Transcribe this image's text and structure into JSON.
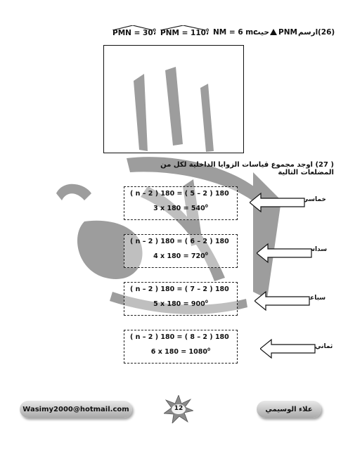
{
  "q26": {
    "number": "(26)",
    "verb": "ارسم",
    "triangle": "PNM",
    "where": "حيث",
    "nm": "NM = 6 mc",
    "sep1": "،",
    "angle_pnm": "PNM = 110",
    "sep2": "،",
    "angle_pmn": "PMN = 30",
    "degree": "0"
  },
  "q27": {
    "text": "( 27) اوجد مجموع قياسات الزوايا الداخلية لكل من المضلعات التالية"
  },
  "polygons": [
    {
      "name": "خماسي",
      "line1": "( n – 2 ) 180 = ( 5 – 2 ) 180",
      "line2": "3 x 180 = 540",
      "deg": "0"
    },
    {
      "name": "سداسي",
      "line1": "( n – 2 ) 180 = ( 6 – 2 ) 180",
      "line2": "4 x 180 = 720",
      "deg": "0"
    },
    {
      "name": "سباعي",
      "line1": "( n – 2 ) 180 = ( 7 – 2 ) 180",
      "line2": "5 x 180 = 900",
      "deg": "0"
    },
    {
      "name": "ثماني",
      "line1": "( n – 2 ) 180 = ( 8 – 2 ) 180",
      "line2": "6 x 180 = 1080",
      "deg": "0"
    }
  ],
  "footer": {
    "email": "Wasimy2000@hotmail.com",
    "page": "12",
    "author": "علاء الوسيمي"
  },
  "watermark": {
    "text": "الوسيمي",
    "color": "#8c8c8c"
  }
}
